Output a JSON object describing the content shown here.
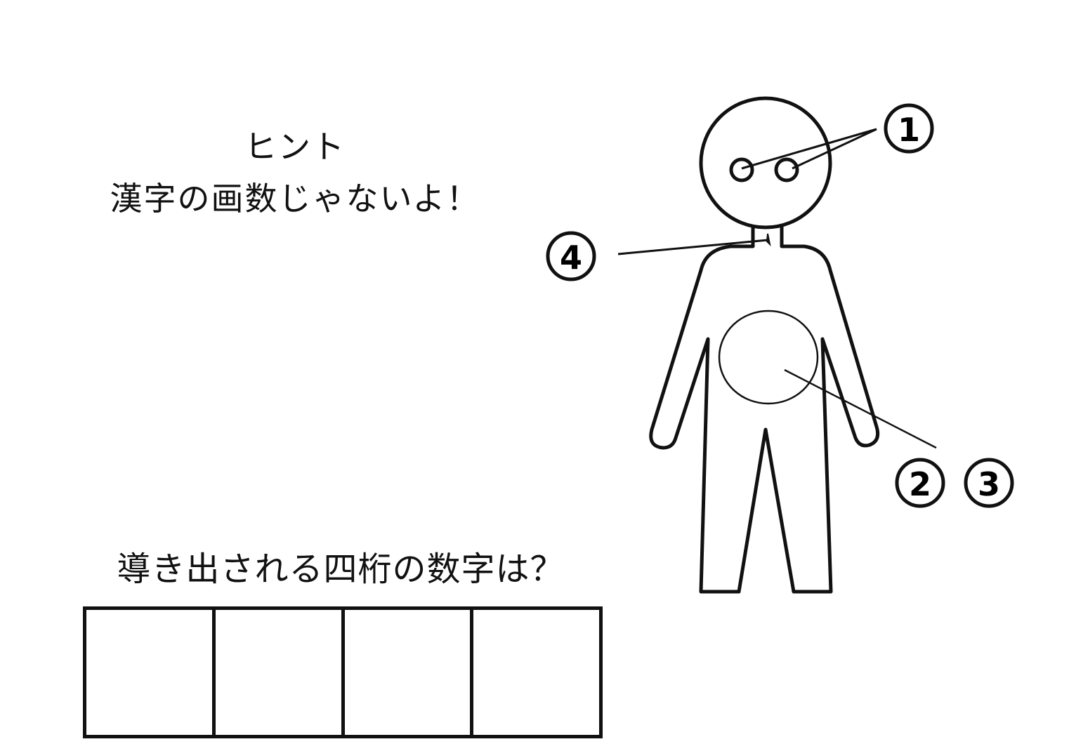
{
  "hint": {
    "title": "ヒント",
    "text": "漢字の画数じゃないよ！"
  },
  "question": "導き出される四桁の数字は？",
  "answer_boxes": [
    "",
    "",
    "",
    ""
  ],
  "labels": {
    "eyes": "1",
    "belly_a": "2",
    "belly_b": "3",
    "neck": "4"
  }
}
